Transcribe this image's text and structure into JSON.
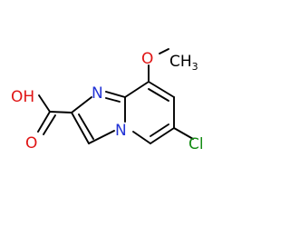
{
  "molecule": {
    "atoms": {
      "hydroxyl_oxygen": "O",
      "hydroxyl_hydrogen": "H",
      "carbonyl_oxygen": "O",
      "imidazole_nitrogen": "N",
      "bridgehead_nitrogen": "N",
      "methoxy_oxygen": "O",
      "methyl_carbon": "C",
      "methyl_hydrogen": "H",
      "methyl_subscript": "3",
      "chlorine_carbon_letter": "C",
      "chlorine_l": "l"
    }
  },
  "colors": {
    "bond": "#000000",
    "carbon_label": "#000000",
    "nitrogen": "#2233d6",
    "oxygen": "#e01414",
    "chlorine": "#148c14"
  }
}
